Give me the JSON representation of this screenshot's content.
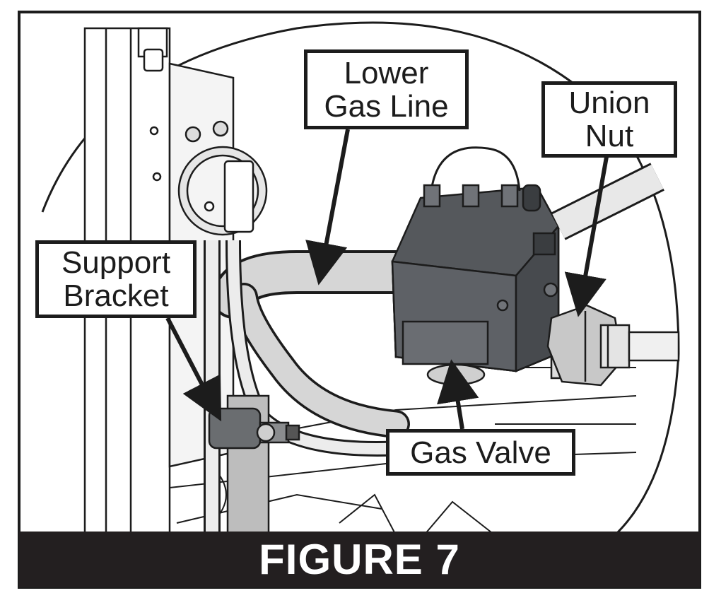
{
  "figure": {
    "caption": "FIGURE 7",
    "callouts": {
      "lower_gas_line": [
        "Lower",
        "Gas Line"
      ],
      "union_nut": [
        "Union",
        "Nut"
      ],
      "support_bracket": [
        "Support",
        "Bracket"
      ],
      "gas_valve": "Gas Valve"
    },
    "colors": {
      "frame": "#1c1c1c",
      "banner": "#231f20",
      "valve_body": "#55585c",
      "pipe": "#d6d6d6"
    }
  }
}
